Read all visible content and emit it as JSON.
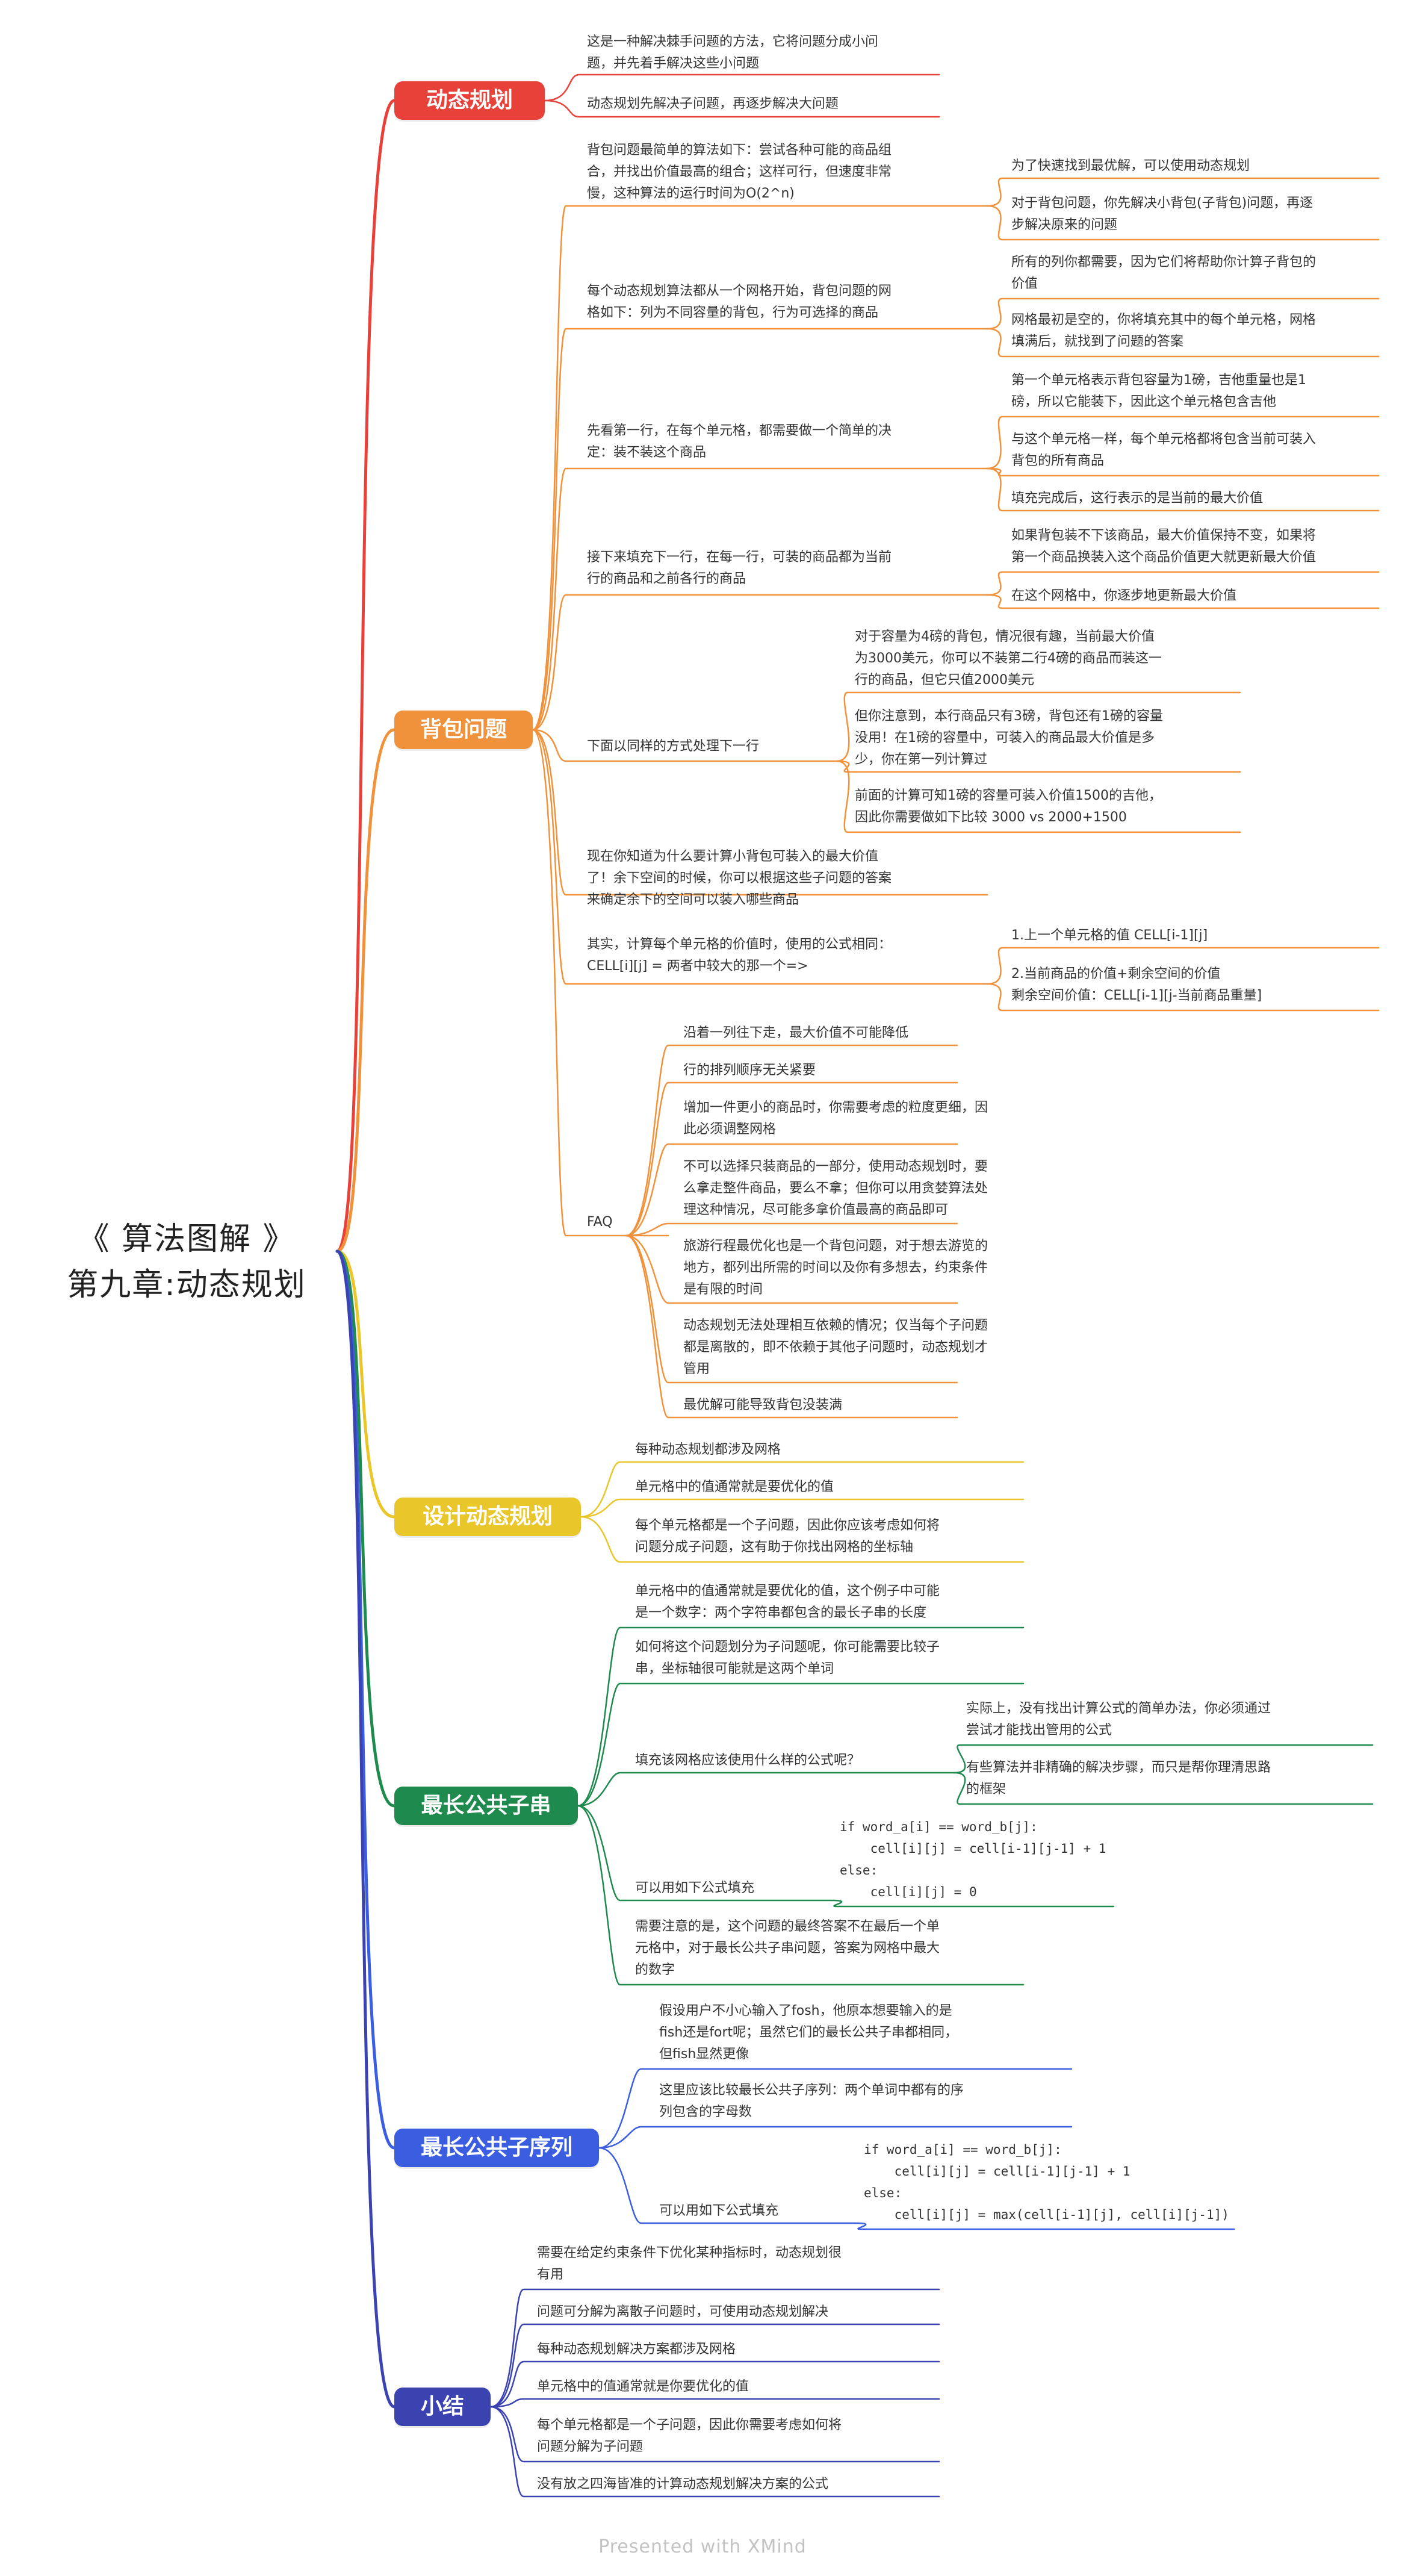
{
  "root": {
    "title_line1": "《 算法图解 》",
    "title_line2": "第九章:动态规划"
  },
  "colors": {
    "dp": "#e8413a",
    "knapsack": "#f0923c",
    "design": "#e9c62a",
    "lcs": "#1e8a4e",
    "lcsq": "#3b5de0",
    "summary": "#3b43b0"
  },
  "branches": {
    "dp": "动态规划",
    "knapsack": "背包问题",
    "design": "设计动态规划",
    "lcs": "最长公共子串",
    "lcsq": "最长公共子序列",
    "summary": "小结"
  },
  "nodes": {
    "dp_1": "这是一种解决棘手问题的方法，它将问题分成小问\n题，并先着手解决这些小问题",
    "dp_2": "动态规划先解决子问题，再逐步解决大问题",
    "kp_1": "背包问题最简单的算法如下：尝试各种可能的商品组\n合，并找出价值最高的组合；这样可行，但速度非常\n慢，这种算法的运行时间为O(2^n)",
    "kp_1_1": "为了快速找到最优解，可以使用动态规划",
    "kp_1_2": "对于背包问题，你先解决小背包(子背包)问题，再逐\n步解决原来的问题",
    "kp_2": "每个动态规划算法都从一个网格开始，背包问题的网\n格如下：列为不同容量的背包，行为可选择的商品",
    "kp_2_1": "所有的列你都需要，因为它们将帮助你计算子背包的\n价值",
    "kp_2_2": "网格最初是空的，你将填充其中的每个单元格，网格\n填满后，就找到了问题的答案",
    "kp_3": "先看第一行，在每个单元格，都需要做一个简单的决\n定：装不装这个商品",
    "kp_3_1": "第一个单元格表示背包容量为1磅，吉他重量也是1\n磅，所以它能装下，因此这个单元格包含吉他",
    "kp_3_2": "与这个单元格一样，每个单元格都将包含当前可装入\n背包的所有商品",
    "kp_3_3": "填充完成后，这行表示的是当前的最大价值",
    "kp_4": "接下来填充下一行，在每一行，可装的商品都为当前\n行的商品和之前各行的商品",
    "kp_4_1": "如果背包装不下该商品，最大价值保持不变，如果将\n第一个商品换装入这个商品价值更大就更新最大价值",
    "kp_4_2": "在这个网格中，你逐步地更新最大价值",
    "kp_5": "下面以同样的方式处理下一行",
    "kp_5_1": "对于容量为4磅的背包，情况很有趣，当前最大价值\n为3000美元，你可以不装第二行4磅的商品而装这一\n行的商品，但它只值2000美元",
    "kp_5_2": "但你注意到，本行商品只有3磅，背包还有1磅的容量\n没用！在1磅的容量中，可装入的商品最大价值是多\n少，你在第一列计算过",
    "kp_5_3": "前面的计算可知1磅的容量可装入价值1500的吉他，\n因此你需要做如下比较 3000 vs 2000+1500",
    "kp_6": "现在你知道为什么要计算小背包可装入的最大价值\n了！余下空间的时候，你可以根据这些子问题的答案\n来确定余下的空间可以装入哪些商品",
    "kp_7": "其实，计算每个单元格的价值时，使用的公式相同：\nCELL[i][j] = 两者中较大的那一个=>",
    "kp_7_1": "1.上一个单元格的值 CELL[i-1][j]",
    "kp_7_2": "2.当前商品的价值+剩余空间的价值\n剩余空间价值：CELL[i-1][j-当前商品重量]",
    "kp_faq": "FAQ",
    "faq_1": "沿着一列往下走，最大价值不可能降低",
    "faq_2": "行的排列顺序无关紧要",
    "faq_3": "增加一件更小的商品时，你需要考虑的粒度更细，因\n此必须调整网格",
    "faq_4": "不可以选择只装商品的一部分，使用动态规划时，要\n么拿走整件商品，要么不拿；但你可以用贪婪算法处\n理这种情况，尽可能多拿价值最高的商品即可",
    "faq_5": "旅游行程最优化也是一个背包问题，对于想去游览的\n地方，都列出所需的时间以及你有多想去，约束条件\n是有限的时间",
    "faq_6": "动态规划无法处理相互依赖的情况；仅当每个子问题\n都是离散的，即不依赖于其他子问题时，动态规划才\n管用",
    "faq_7": "最优解可能导致背包没装满",
    "ds_1": "每种动态规划都涉及网格",
    "ds_2": "单元格中的值通常就是要优化的值",
    "ds_3": "每个单元格都是一个子问题，因此你应该考虑如何将\n问题分成子问题，这有助于你找出网格的坐标轴",
    "lcs_1": "单元格中的值通常就是要优化的值，这个例子中可能\n是一个数字：两个字符串都包含的最长子串的长度",
    "lcs_2": "如何将这个问题划分为子问题呢，你可能需要比较子\n串，坐标轴很可能就是这两个单词",
    "lcs_3": "填充该网格应该使用什么样的公式呢？",
    "lcs_3_1": "实际上，没有找出计算公式的简单办法，你必须通过\n尝试才能找出管用的公式",
    "lcs_3_2": "有些算法并非精确的解决步骤，而只是帮你理清思路\n的框架",
    "lcs_4": "可以用如下公式填充",
    "lcs_4_code": "if word_a[i] == word_b[j]:\n    cell[i][j] = cell[i-1][j-1] + 1\nelse:\n    cell[i][j] = 0",
    "lcs_5": "需要注意的是，这个问题的最终答案不在最后一个单\n元格中，对于最长公共子串问题，答案为网格中最大\n的数字",
    "lcsq_1": "假设用户不小心输入了fosh，他原本想要输入的是\nfish还是fort呢；虽然它们的最长公共子串都相同，\n但fish显然更像",
    "lcsq_2": "这里应该比较最长公共子序列：两个单词中都有的序\n列包含的字母数",
    "lcsq_3": "可以用如下公式填充",
    "lcsq_3_code": "if word_a[i] == word_b[j]:\n    cell[i][j] = cell[i-1][j-1] + 1\nelse:\n    cell[i][j] = max(cell[i-1][j], cell[i][j-1])",
    "sm_1": "需要在给定约束条件下优化某种指标时，动态规划很\n有用",
    "sm_2": "问题可分解为离散子问题时，可使用动态规划解决",
    "sm_3": "每种动态规划解决方案都涉及网格",
    "sm_4": "单元格中的值通常就是你要优化的值",
    "sm_5": "每个单元格都是一个子问题，因此你需要考虑如何将\n问题分解为子问题",
    "sm_6": "没有放之四海皆准的计算动态规划解决方案的公式"
  },
  "footer": "Presented with XMind"
}
